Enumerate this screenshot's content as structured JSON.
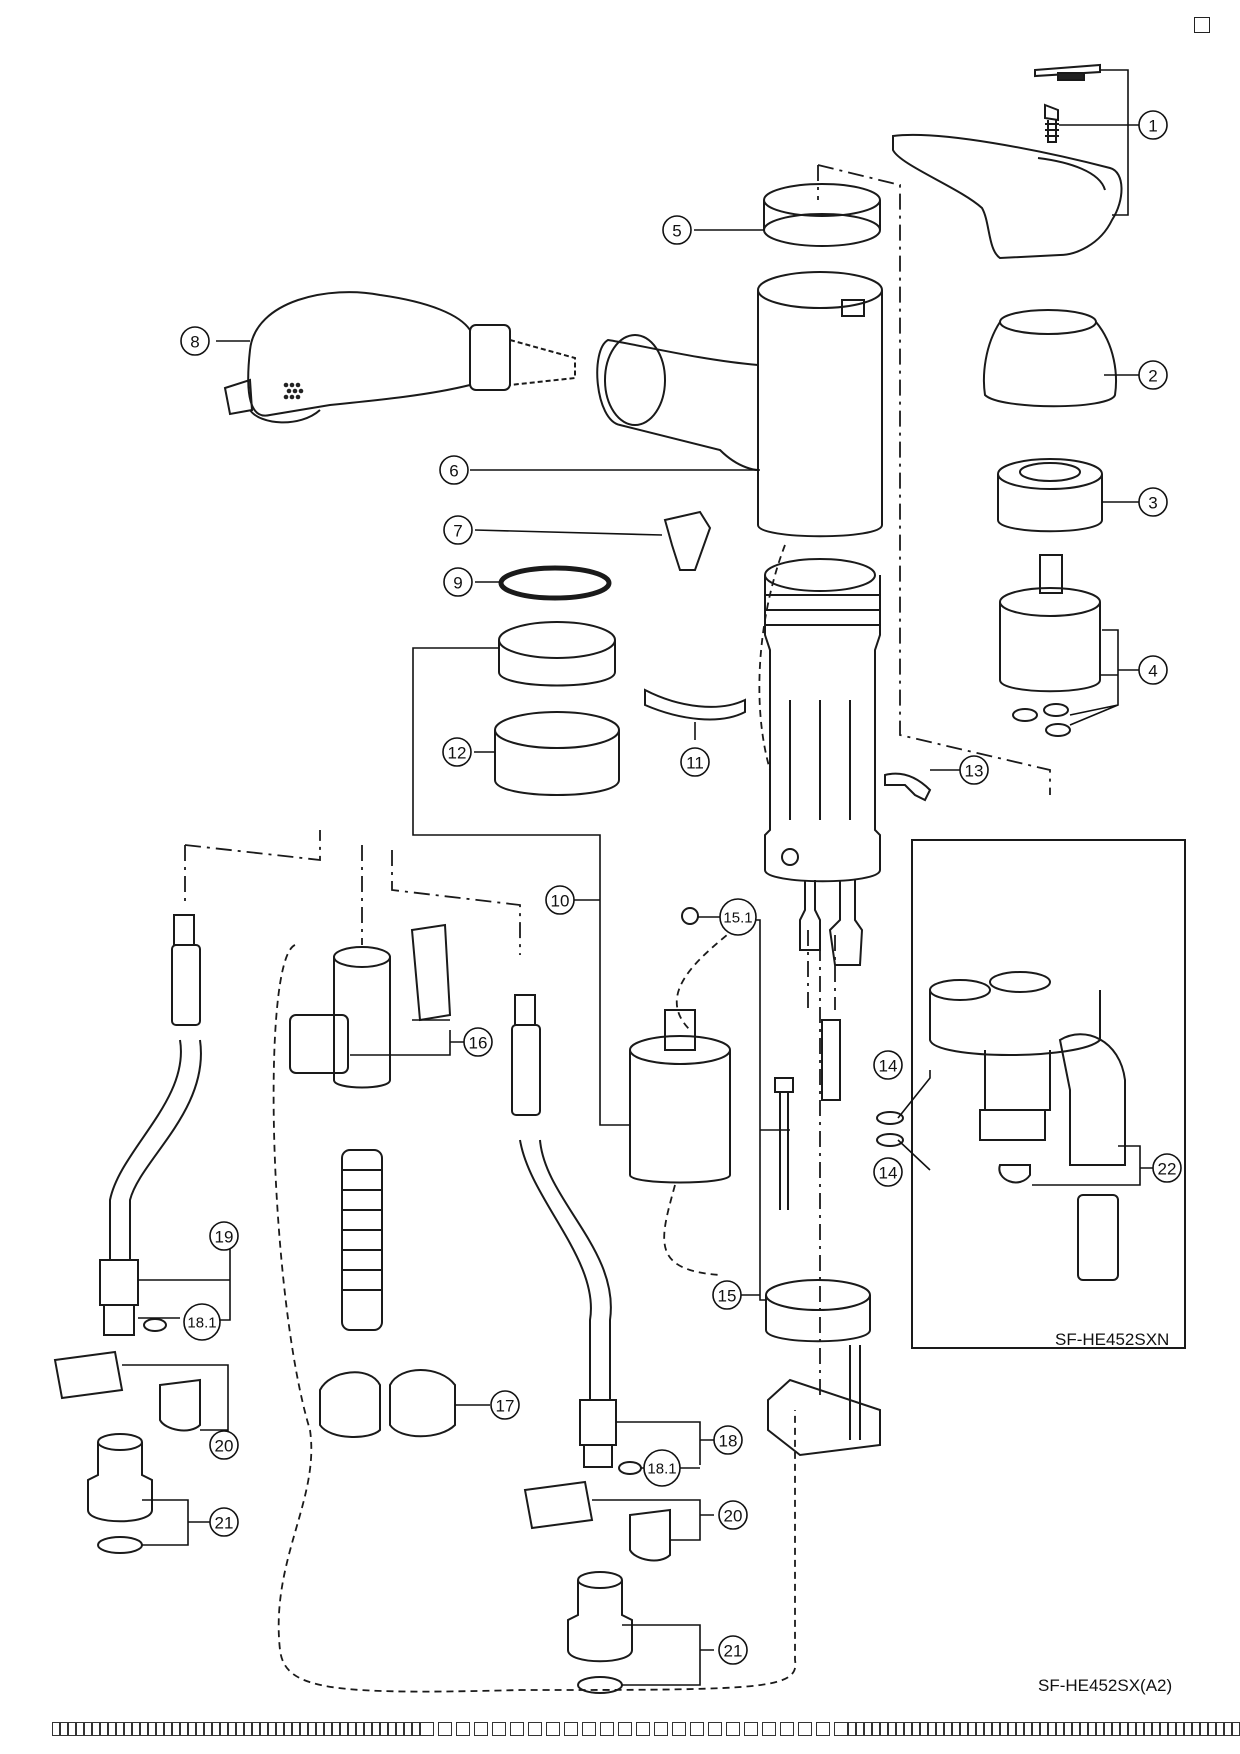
{
  "model_inset": "SF-HE452SXN",
  "model_main": "SF-HE452SX(A2)",
  "callouts": [
    {
      "id": "c1",
      "label": "1"
    },
    {
      "id": "c2",
      "label": "2"
    },
    {
      "id": "c3",
      "label": "3"
    },
    {
      "id": "c4",
      "label": "4"
    },
    {
      "id": "c5",
      "label": "5"
    },
    {
      "id": "c6",
      "label": "6"
    },
    {
      "id": "c7",
      "label": "7"
    },
    {
      "id": "c8",
      "label": "8"
    },
    {
      "id": "c9",
      "label": "9"
    },
    {
      "id": "c10",
      "label": "10"
    },
    {
      "id": "c11",
      "label": "11"
    },
    {
      "id": "c12",
      "label": "12"
    },
    {
      "id": "c13",
      "label": "13"
    },
    {
      "id": "c14a",
      "label": "14"
    },
    {
      "id": "c14b",
      "label": "14"
    },
    {
      "id": "c15",
      "label": "15"
    },
    {
      "id": "c151",
      "label": "15.1"
    },
    {
      "id": "c16",
      "label": "16"
    },
    {
      "id": "c17",
      "label": "17"
    },
    {
      "id": "c18",
      "label": "18"
    },
    {
      "id": "c181a",
      "label": "18.1"
    },
    {
      "id": "c181b",
      "label": "18.1"
    },
    {
      "id": "c19",
      "label": "19"
    },
    {
      "id": "c20a",
      "label": "20"
    },
    {
      "id": "c20b",
      "label": "20"
    },
    {
      "id": "c21a",
      "label": "21"
    },
    {
      "id": "c21b",
      "label": "21"
    },
    {
      "id": "c22",
      "label": "22"
    }
  ]
}
